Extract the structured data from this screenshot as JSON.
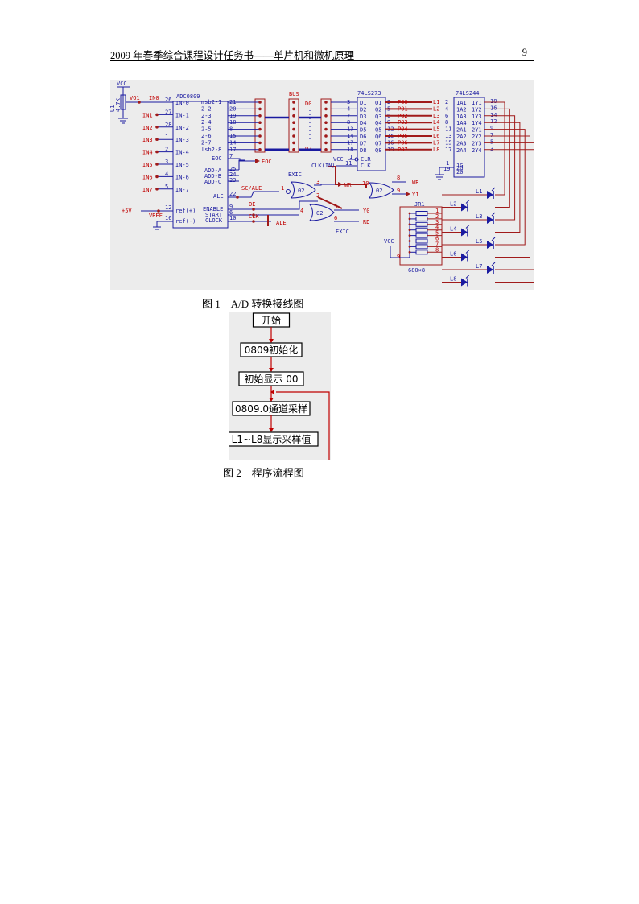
{
  "header": {
    "title": "2009 年春季综合课程设计任务书——单片机和微机原理",
    "page_number": "9"
  },
  "figure1": {
    "caption": "图 1    A/D 转换接线图",
    "adc": {
      "chip": "ADC0809",
      "input_pins": [
        "IN-0",
        "IN-1",
        "IN-2",
        "IN-3",
        "IN-4",
        "IN-5",
        "IN-6",
        "IN-7"
      ],
      "input_nets": [
        "IN0",
        "IN1",
        "IN2",
        "IN3",
        "IN4",
        "IN5",
        "IN6",
        "IN7"
      ],
      "input_numbers": [
        "26",
        "27",
        "28",
        "1",
        "2",
        "3",
        "4",
        "5"
      ],
      "data_pins": [
        "msb2-1",
        "2-2",
        "2-3",
        "2-4",
        "2-5",
        "2-6",
        "2-7",
        "lsb2-8"
      ],
      "data_numbers": [
        "21",
        "20",
        "19",
        "18",
        "8",
        "15",
        "14",
        "17"
      ],
      "eoc_label": "EOC",
      "eoc_number": "7",
      "add_pins": [
        "ADD-A",
        "ADD-B",
        "ADD-C"
      ],
      "add_numbers": [
        "25",
        "24",
        "23"
      ],
      "ale_label": "ALE",
      "ale_number": "22",
      "enable_label": "ENABLE",
      "enable_number": "9",
      "start_label": "START",
      "start_number": "6",
      "clock_label": "CLOCK",
      "clock_number": "10",
      "ref_plus_label": "ref(+)",
      "ref_plus_number": "12",
      "ref_minus_label": "ref(-)",
      "ref_minus_number": "16"
    },
    "power": {
      "vcc": "VCC",
      "u1": "U1",
      "pot": "4.7K",
      "vo1": "VO1",
      "plus5v": "+5V",
      "vref": "VREF"
    },
    "bus": {
      "label": "BUS",
      "d0": "D0",
      "d7": "D7",
      "eoc_net": "EOC"
    },
    "latch": {
      "chip": "74LS273",
      "in_pins": [
        "D1",
        "D2",
        "D3",
        "D4",
        "D5",
        "D6",
        "D7",
        "D8"
      ],
      "in_numbers": [
        "3",
        "4",
        "7",
        "8",
        "13",
        "14",
        "17",
        "18"
      ],
      "out_pins": [
        "Q1",
        "Q2",
        "Q3",
        "Q4",
        "Q5",
        "Q6",
        "Q7",
        "Q8"
      ],
      "out_numbers": [
        "2",
        "5",
        "6",
        "9",
        "12",
        "15",
        "16",
        "19"
      ],
      "clr_label": "CLR",
      "clr_number": "1",
      "clk_label": "CLK",
      "clk_number": "11",
      "vcc_label": "VCC",
      "clkin_label": "CLK(IN)"
    },
    "nets_p": [
      "P00",
      "P01",
      "P02",
      "P03",
      "P04",
      "P05",
      "P06",
      "P07"
    ],
    "buffer": {
      "chip": "74LS244",
      "l_labels": [
        "L1",
        "L2",
        "L3",
        "L4",
        "L5",
        "L6",
        "L7",
        "L8"
      ],
      "in_numbers": [
        "2",
        "4",
        "6",
        "8",
        "11",
        "13",
        "15",
        "17"
      ],
      "in_pins": [
        "1A1",
        "1A2",
        "1A3",
        "1A4",
        "2A1",
        "2A2",
        "2A3",
        "2A4"
      ],
      "out_pins": [
        "1Y1",
        "1Y2",
        "1Y3",
        "1Y4",
        "2Y1",
        "2Y2",
        "2Y3",
        "2Y4"
      ],
      "out_numbers": [
        "18",
        "16",
        "14",
        "12",
        "9",
        "7",
        "5",
        "3"
      ],
      "g1": "1G",
      "g1_number": "1",
      "g2": "2G",
      "g2_number": "19",
      "pin20": "20"
    },
    "gates": {
      "exic_top": "EXIC",
      "exic_bottom": "EXIC",
      "gate": "02",
      "pins": [
        "1",
        "2",
        "3",
        "4",
        "5",
        "6",
        "8",
        "9",
        "10"
      ],
      "sc_ale": "SC/ALE",
      "oe": "OE",
      "clk": "CLK",
      "ale": "ALE",
      "wr": "WR",
      "y0": "Y0",
      "rd": "RD",
      "y1": "Y1"
    },
    "resistor_array": {
      "label": "JR1",
      "value": "680×8",
      "pins": [
        "1",
        "2",
        "3",
        "4",
        "5",
        "6",
        "7",
        "8",
        "9"
      ],
      "vcc": "VCC"
    },
    "leds": [
      "L1",
      "L2",
      "L3",
      "L4",
      "L5",
      "L6",
      "L7",
      "L8"
    ]
  },
  "figure2": {
    "caption": "图 2    程序流程图",
    "steps": [
      "开始",
      "0809初始化",
      "初始显示 00",
      "0809.0通道采样",
      "L1~L8显示采样值"
    ]
  }
}
